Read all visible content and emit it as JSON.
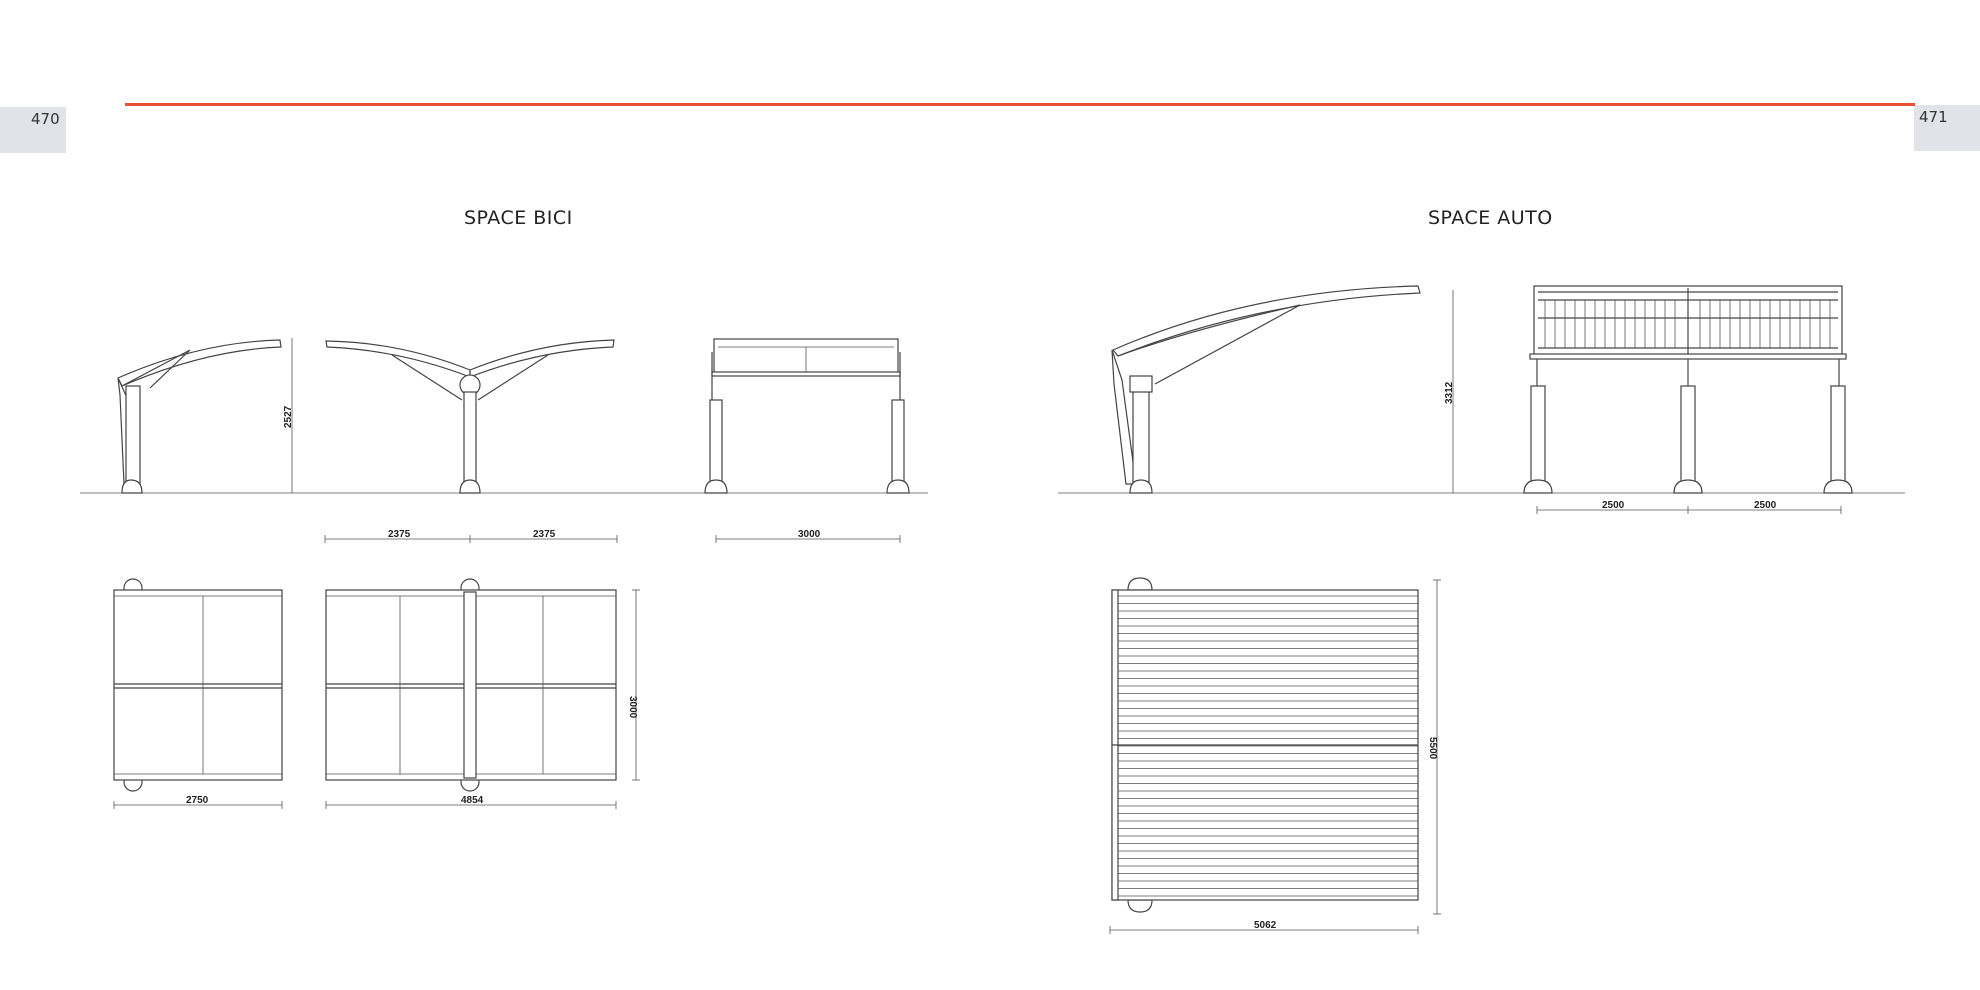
{
  "pages": {
    "left": "470",
    "right": "471"
  },
  "sections": {
    "bici": "SPACE BICI",
    "auto": "SPACE AUTO"
  },
  "dimensions": {
    "bici_height": "2527",
    "bici_span_left": "2375",
    "bici_span_right": "2375",
    "bici_front_width": "3000",
    "bici_plan_single_width": "2750",
    "bici_plan_double_width": "4854",
    "bici_plan_depth": "3000",
    "auto_height": "3312",
    "auto_front_span_left": "2500",
    "auto_front_span_right": "2500",
    "auto_plan_depth": "5500",
    "auto_plan_width": "5062"
  },
  "colors": {
    "accent_rule": "#e8503a",
    "page_tab": "#e1e3e8",
    "line": "#444444"
  }
}
